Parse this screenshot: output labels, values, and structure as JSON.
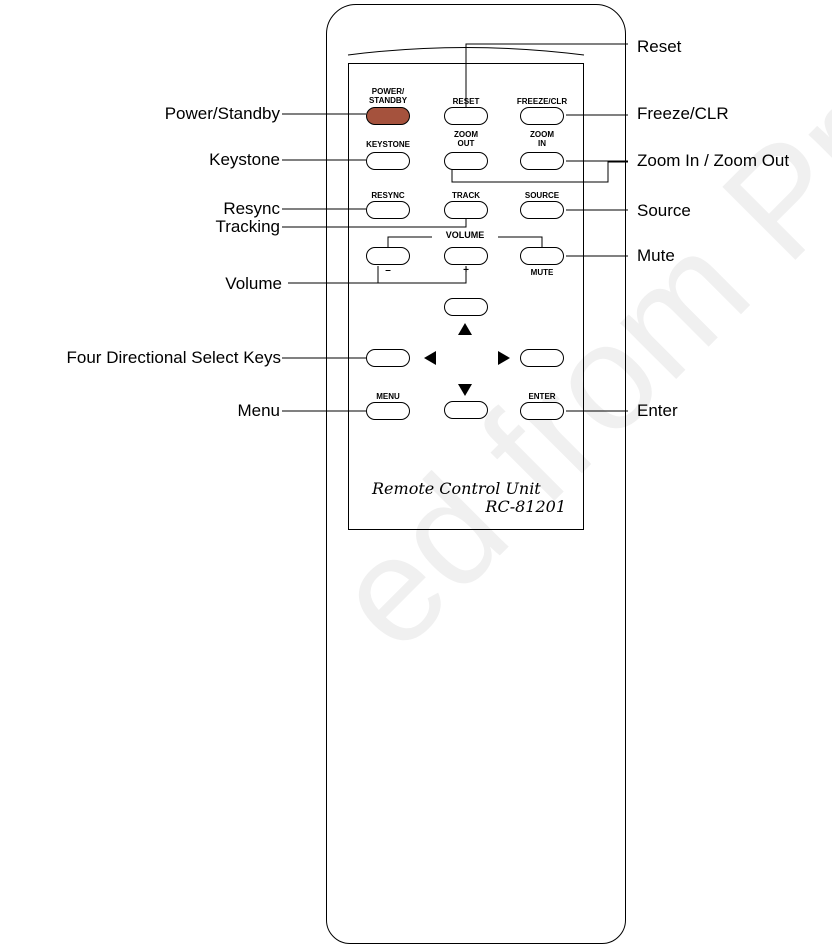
{
  "watermark": "ed from Proje",
  "caption": {
    "line1": "Remote Control Unit",
    "line2": "RC-81201"
  },
  "keys": {
    "power": "POWER/\nSTANDBY",
    "reset": "RESET",
    "freeze": "FREEZE/CLR",
    "keystone": "KEYSTONE",
    "zoom_out": "ZOOM\nOUT",
    "zoom_in": "ZOOM\nIN",
    "resync": "RESYNC",
    "track": "TRACK",
    "source": "SOURCE",
    "volume": "VOLUME",
    "vol_minus": "–",
    "vol_plus": "+",
    "mute": "MUTE",
    "menu": "MENU",
    "enter": "ENTER"
  },
  "callouts": {
    "reset": "Reset",
    "power_standby": "Power/Standby",
    "freeze_clr": "Freeze/CLR",
    "keystone": "Keystone",
    "zoom": "Zoom In / Zoom Out",
    "resync": "Resync",
    "tracking": "Tracking",
    "source": "Source",
    "mute": "Mute",
    "volume": "Volume",
    "directional": "Four Directional Select Keys",
    "menu": "Menu",
    "enter": "Enter"
  },
  "colors": {
    "power_button": "#a5523d",
    "outline": "#000000"
  }
}
